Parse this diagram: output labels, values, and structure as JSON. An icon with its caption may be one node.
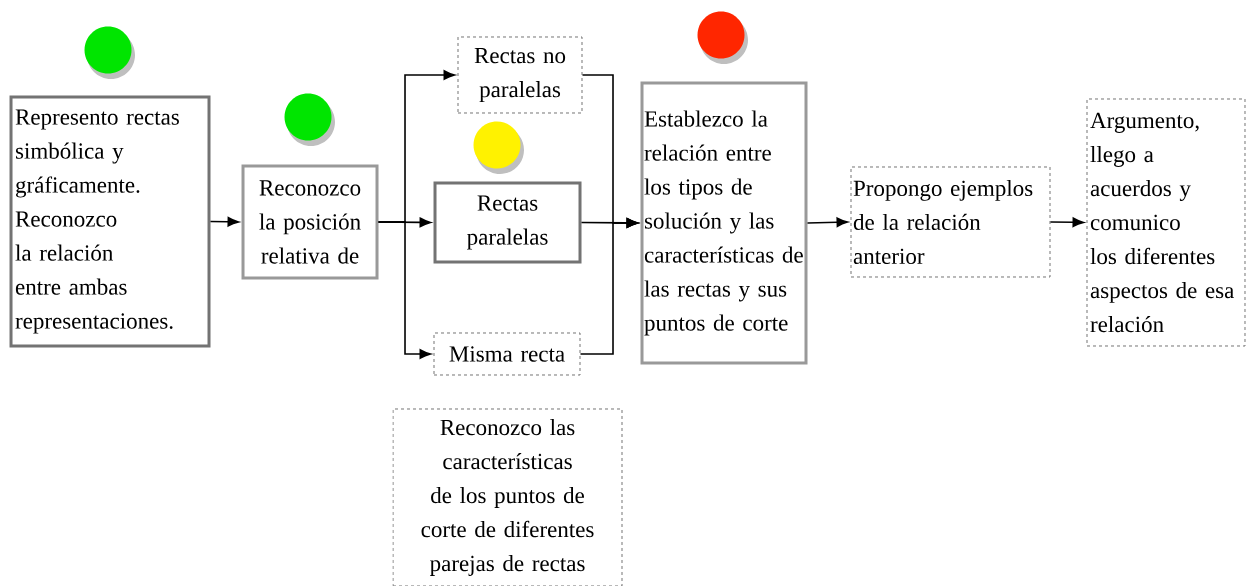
{
  "diagram": {
    "nodes": [
      {
        "text": [
          "Represento rectas simbólica y gráficamente. Reconozco la relación entre ambas representaciones."
        ]
      },
      {
        "text": [
          "Reconozco la posición relativa de"
        ]
      },
      {
        "text": [
          "Rectas no paralelas"
        ]
      },
      {
        "text": [
          "Rectas paralelas"
        ]
      },
      {
        "text": [
          "Misma recta"
        ]
      },
      {
        "text": [
          "Establezco la relación entre los tipos de solución y las características de las rectas y sus puntos de corte"
        ]
      },
      {
        "text": [
          "Propongo ejemplos de la relación anterior"
        ]
      },
      {
        "text": [
          "Argumento, llego a acuerdos y comunico los diferentes aspectos de esa relación"
        ]
      },
      {
        "text": [
          "Reconozco las características de los puntos de corte de diferentes parejas de rectas"
        ]
      }
    ],
    "edges": [
      {
        "from": 0,
        "to": 1,
        "arrow": "to"
      },
      {
        "from": 1,
        "to": 2,
        "arrow": "to"
      },
      {
        "from": 1,
        "to": 3,
        "arrow": "to"
      },
      {
        "from": 1,
        "to": 4,
        "arrow": "to"
      },
      {
        "from": 2,
        "to": 5,
        "arrow": "to"
      },
      {
        "from": 3,
        "to": 5,
        "arrow": "to"
      },
      {
        "from": 4,
        "to": 5,
        "arrow": "to"
      },
      {
        "from": 5,
        "to": 6,
        "arrow": "to"
      },
      {
        "from": 6,
        "to": 7,
        "arrow": "to"
      }
    ]
  }
}
